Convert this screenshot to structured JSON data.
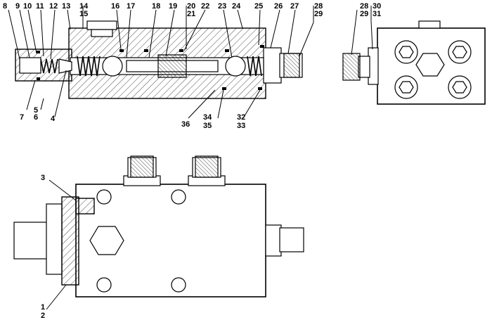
{
  "callouts_top": [
    "8",
    "9",
    "10",
    "11",
    "12",
    "13",
    "14",
    "15",
    "16",
    "17",
    "18",
    "19",
    "20",
    "21",
    "22",
    "23",
    "24",
    "25",
    "26",
    "27",
    "28",
    "29"
  ],
  "callouts_bottom": [
    "7",
    "6",
    "5",
    "4",
    "36",
    "34",
    "35",
    "32",
    "33"
  ],
  "callouts_right_view": [
    "28",
    "29",
    "30",
    "31"
  ],
  "callouts_bottom_view": [
    "3",
    "1",
    "2"
  ]
}
